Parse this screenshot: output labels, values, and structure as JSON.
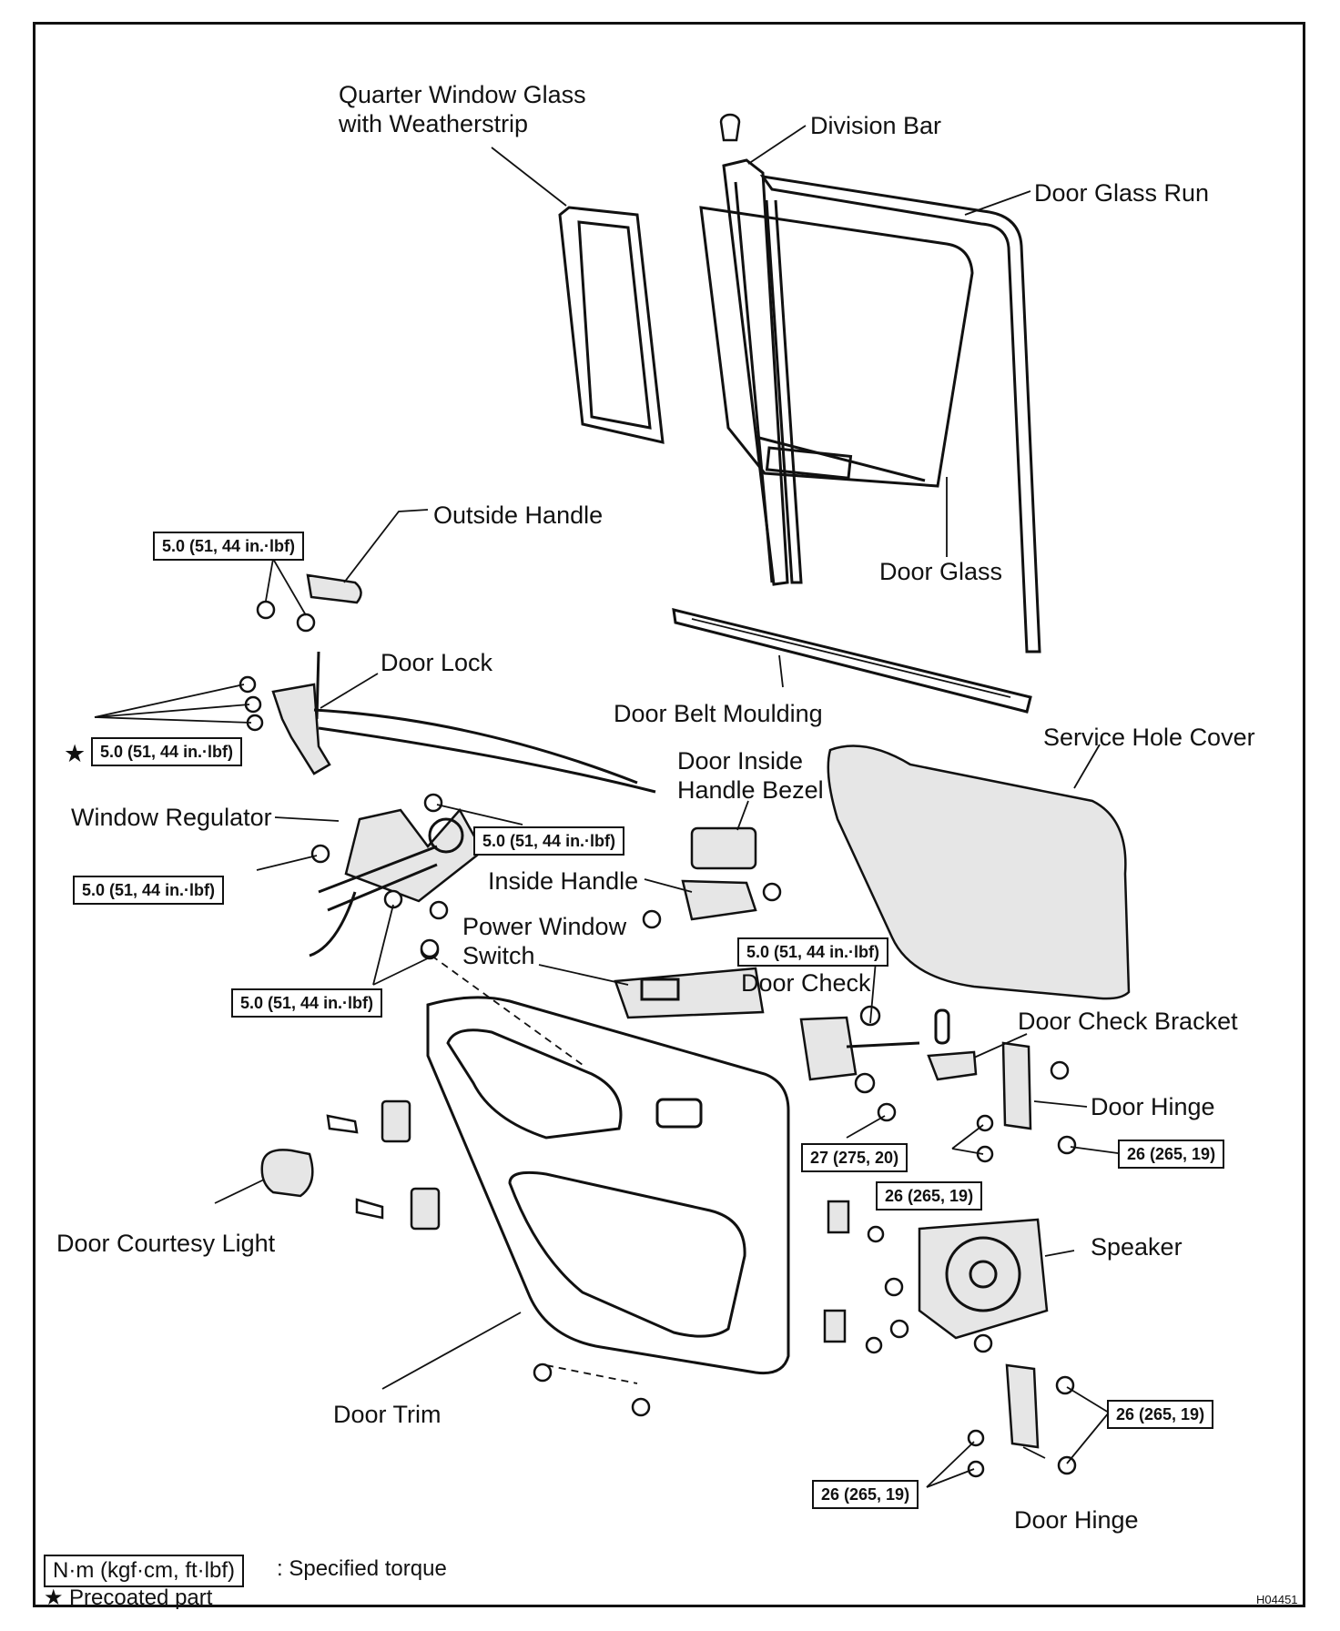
{
  "labels": {
    "quarter_window_1": "Quarter Window Glass",
    "quarter_window_2": "with Weatherstrip",
    "division_bar": "Division Bar",
    "door_glass_run": "Door Glass Run",
    "outside_handle": "Outside Handle",
    "door_glass": "Door Glass",
    "door_lock": "Door Lock",
    "door_belt_moulding": "Door Belt Moulding",
    "service_hole_cover": "Service Hole Cover",
    "door_inside_handle_bezel_1": "Door Inside",
    "door_inside_handle_bezel_2": "Handle Bezel",
    "window_regulator": "Window Regulator",
    "inside_handle": "Inside Handle",
    "power_window_switch_1": "Power Window",
    "power_window_switch_2": "Switch",
    "door_check": "Door Check",
    "door_check_bracket": "Door Check Bracket",
    "door_hinge_upper": "Door Hinge",
    "door_courtesy_light": "Door Courtesy Light",
    "speaker": "Speaker",
    "door_trim": "Door Trim",
    "door_hinge_lower": "Door Hinge"
  },
  "torque": {
    "outside_handle": "5.0 (51, 44 in.·lbf)",
    "door_lock": "5.0 (51, 44 in.·lbf)",
    "regulator_top": "5.0 (51, 44 in.·lbf)",
    "regulator_left": "5.0 (51, 44 in.·lbf)",
    "regulator_bottom": "5.0 (51, 44 in.·lbf)",
    "inside_handle": "5.0 (51, 44 in.·lbf)",
    "check_bracket": "27 (275, 20)",
    "hinge_upper_body": "26 (265, 19)",
    "hinge_upper_right": "26 (265, 19)",
    "hinge_lower_right": "26 (265, 19)",
    "hinge_lower_body": "26 (265, 19)"
  },
  "legend": {
    "unit_box": "N·m (kgf·cm, ft·lbf)",
    "unit_text": ": Specified torque",
    "star": "★",
    "precoated": "Precoated part"
  },
  "figure_code": "H04451"
}
